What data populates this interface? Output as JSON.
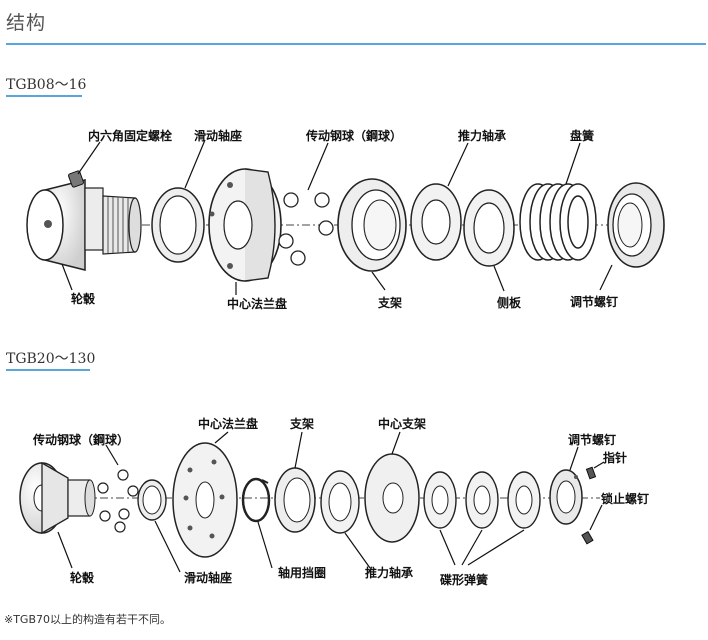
{
  "page": {
    "title": "结构"
  },
  "sections": [
    {
      "heading": "TGB08～16",
      "labels": {
        "hex_bolt": "内六角固定螺栓",
        "slide_bushing": "滑动轴座",
        "balls": "传动钢球（鋼球）",
        "thrust_bearing": "推力轴承",
        "disc_spring": "盘簧",
        "hub": "轮毂",
        "center_flange": "中心法兰盘",
        "support": "支架",
        "side_plate": "侧板",
        "adjust_nut": "调节螺钉"
      }
    },
    {
      "heading": "TGB20～130",
      "labels": {
        "balls": "传动钢球（鋼球）",
        "center_flange": "中心法兰盘",
        "support": "支架",
        "center_support": "中心支架",
        "adjust_nut": "调节螺钉",
        "pointer": "指针",
        "hub": "轮毂",
        "slide_bushing": "滑动轴座",
        "snap_ring": "轴用挡圈",
        "thrust_bearing": "推力轴承",
        "disc_springs": "碟形弹簧",
        "lock_screw": "锁止螺钉"
      }
    }
  ],
  "footnote": "※TGB70以上的构造有若干不同。"
}
